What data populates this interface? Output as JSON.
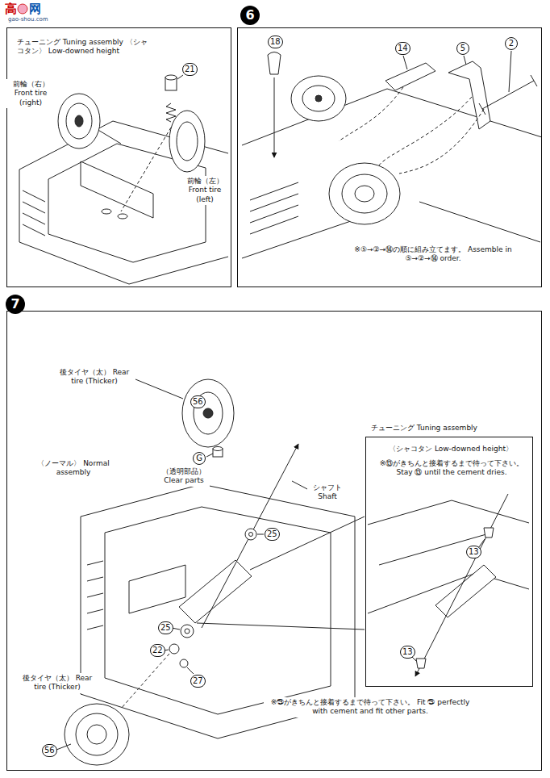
{
  "diagram": {
    "nodes": [
      {
        "text": [
          "チューニング Tuning assembly 〈シャコタン〉 Low-downed height"
        ]
      },
      {
        "text": [
          "6",
          "※⑤→②→⑭の順に組み立てます。 Assemble in ⑤→②→⑭ order."
        ]
      },
      {
        "text": [
          "7",
          "※㉕がきちんと接着するまで待って下さい。 Fit ㉕ perfectly with cement and fit other parts."
        ]
      },
      {
        "text": [
          "チューニング Tuning assembly",
          "〈シャコタン Low-downed height〉",
          "※⑬がきちんと接着するまで待って下さい。 Stay ⑬ until the cement dries."
        ],
        "in": 2
      }
    ],
    "labels": [
      "高",
      "网",
      "gao-shou.com",
      "前輪（右） Front tire (right)",
      "21",
      "前輪（左） Front tire (left)",
      "18",
      "14",
      "5",
      "2",
      "後タイヤ（太） Rear tire (Thicker)",
      "56",
      "G",
      "（透明部品） Clear parts",
      "〈ノーマル〉 Normal assembly",
      "シャフト Shaft",
      "25",
      "25",
      "22",
      "27",
      "後タイヤ（太） Rear tire (Thicker)",
      "56",
      "13",
      "13"
    ]
  }
}
